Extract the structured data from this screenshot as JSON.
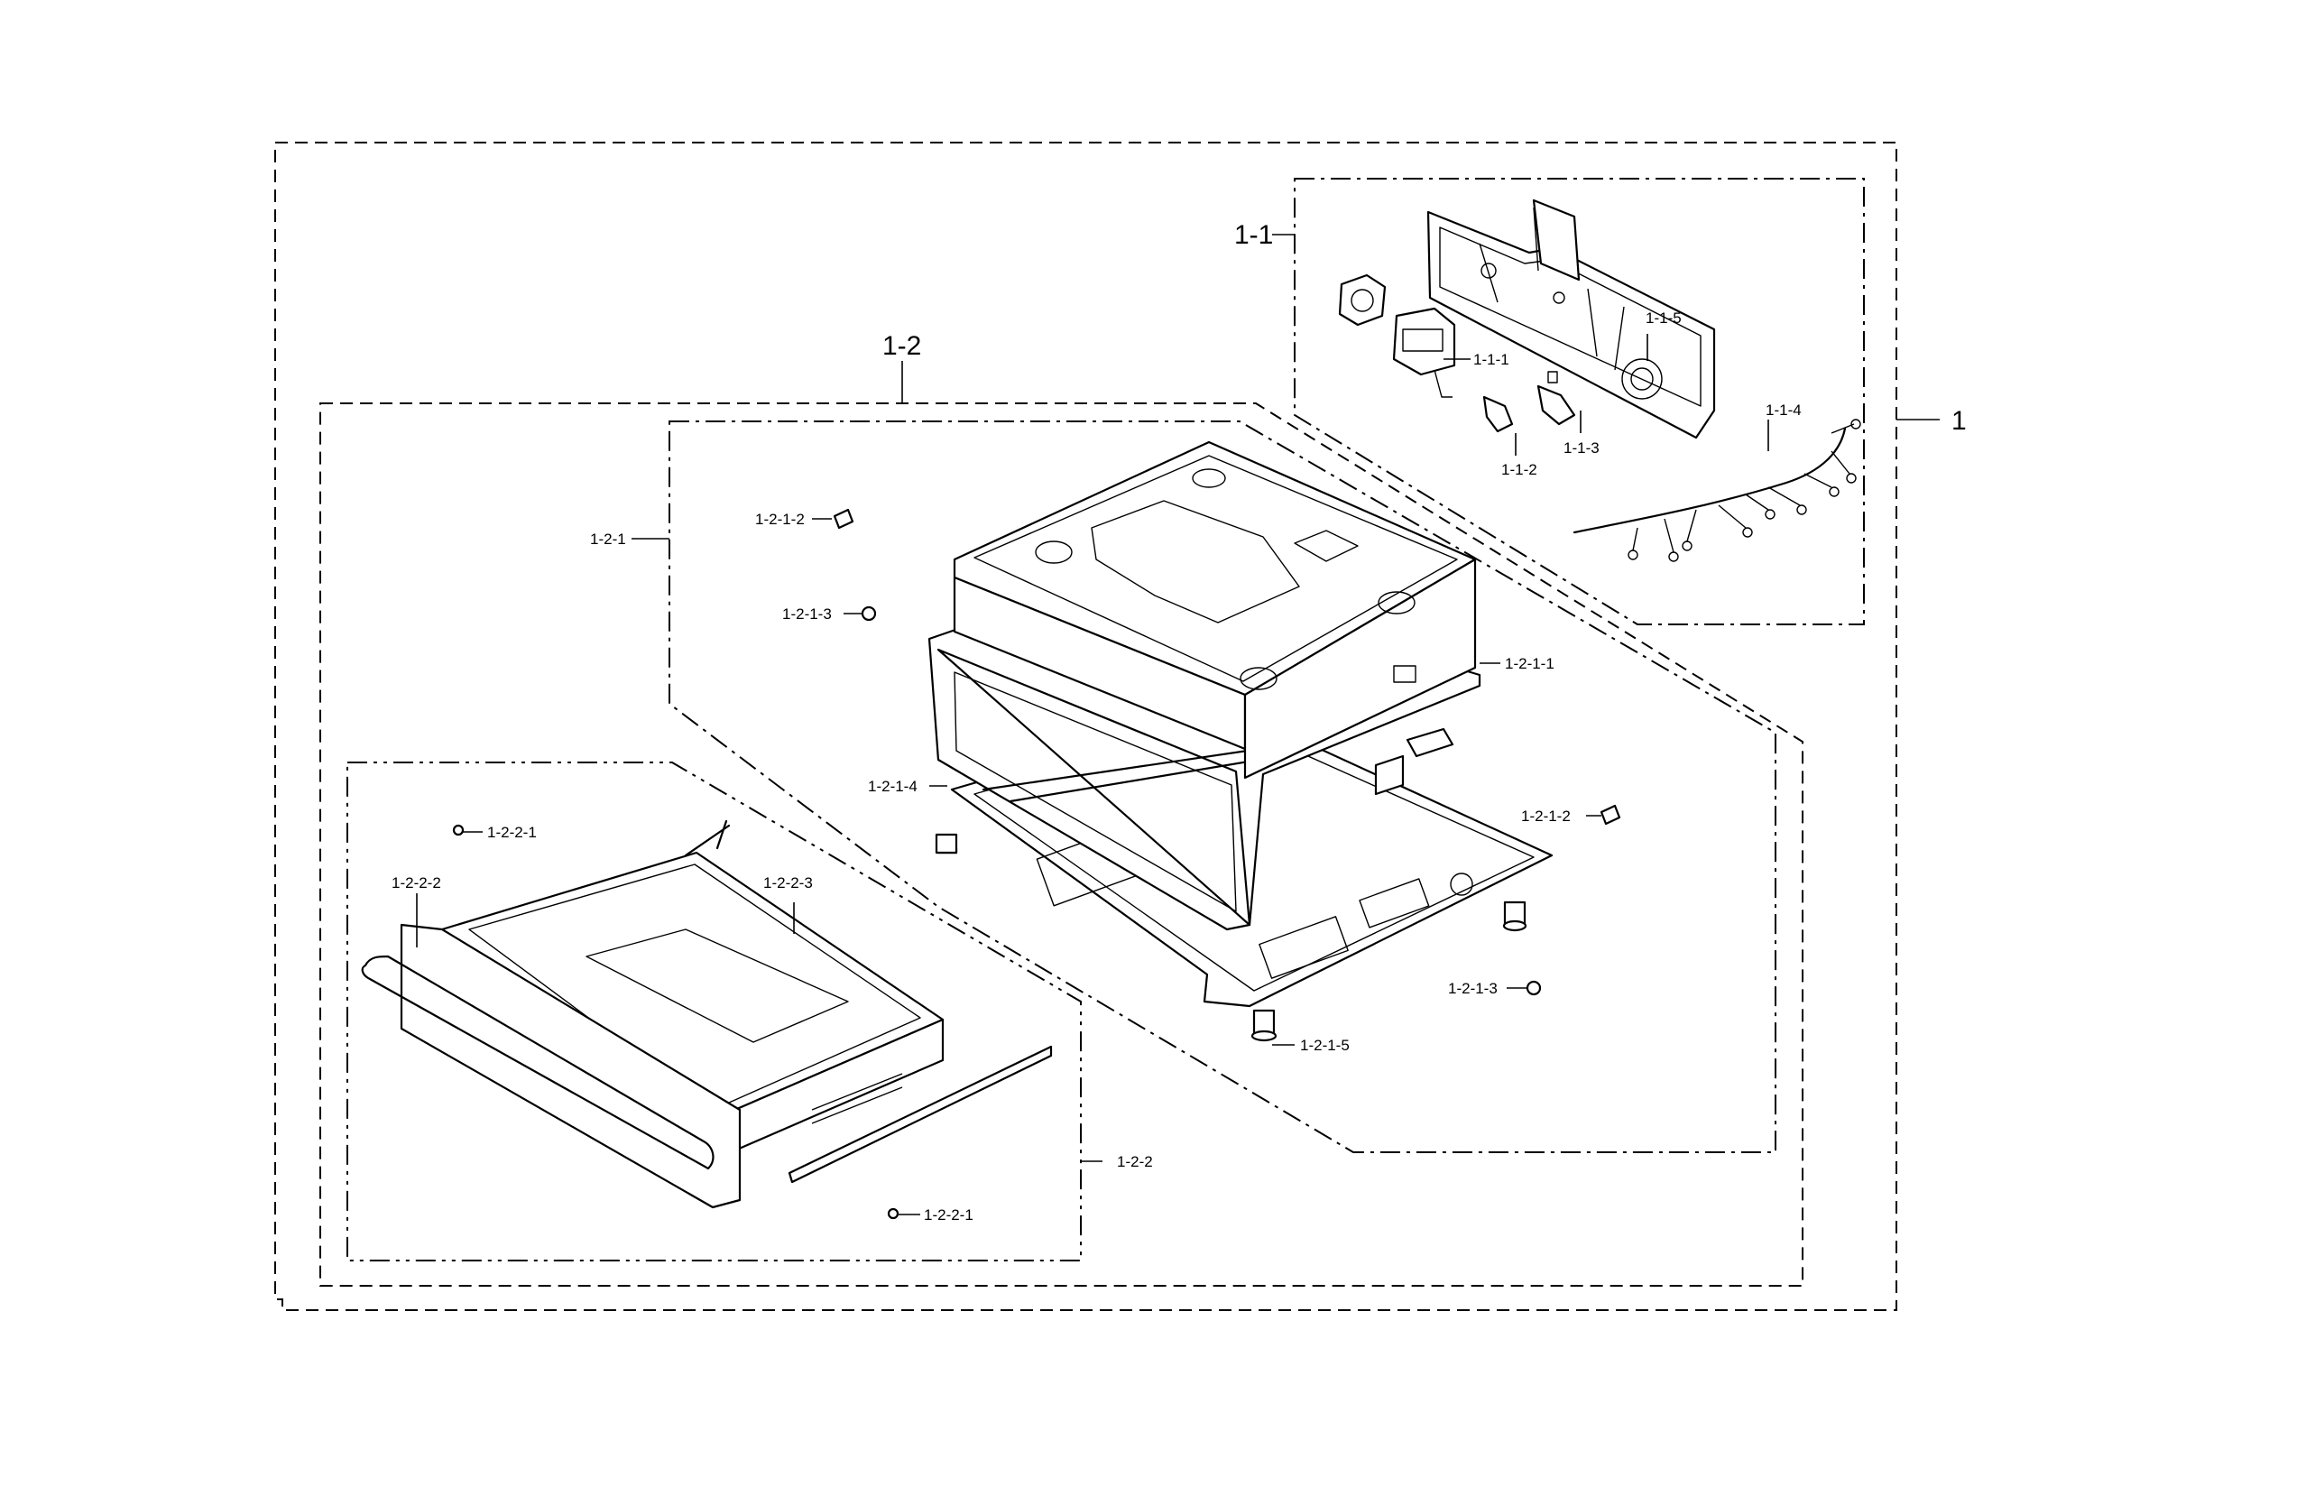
{
  "callouts": {
    "assembly": "1",
    "group_1_1": "1-1",
    "group_1_2": "1-2",
    "p_1_1_1": "1-1-1",
    "p_1_1_2": "1-1-2",
    "p_1_1_3": "1-1-3",
    "p_1_1_4": "1-1-4",
    "p_1_1_5": "1-1-5",
    "p_1_2_1": "1-2-1",
    "p_1_2_1_1": "1-2-1-1",
    "p_1_2_1_2_a": "1-2-1-2",
    "p_1_2_1_2_b": "1-2-1-2",
    "p_1_2_1_3_a": "1-2-1-3",
    "p_1_2_1_3_b": "1-2-1-3",
    "p_1_2_1_4": "1-2-1-4",
    "p_1_2_1_5": "1-2-1-5",
    "p_1_2_2": "1-2-2",
    "p_1_2_2_1_a": "1-2-2-1",
    "p_1_2_2_1_b": "1-2-2-1",
    "p_1_2_2_2": "1-2-2-2",
    "p_1_2_2_3": "1-2-2-3"
  }
}
